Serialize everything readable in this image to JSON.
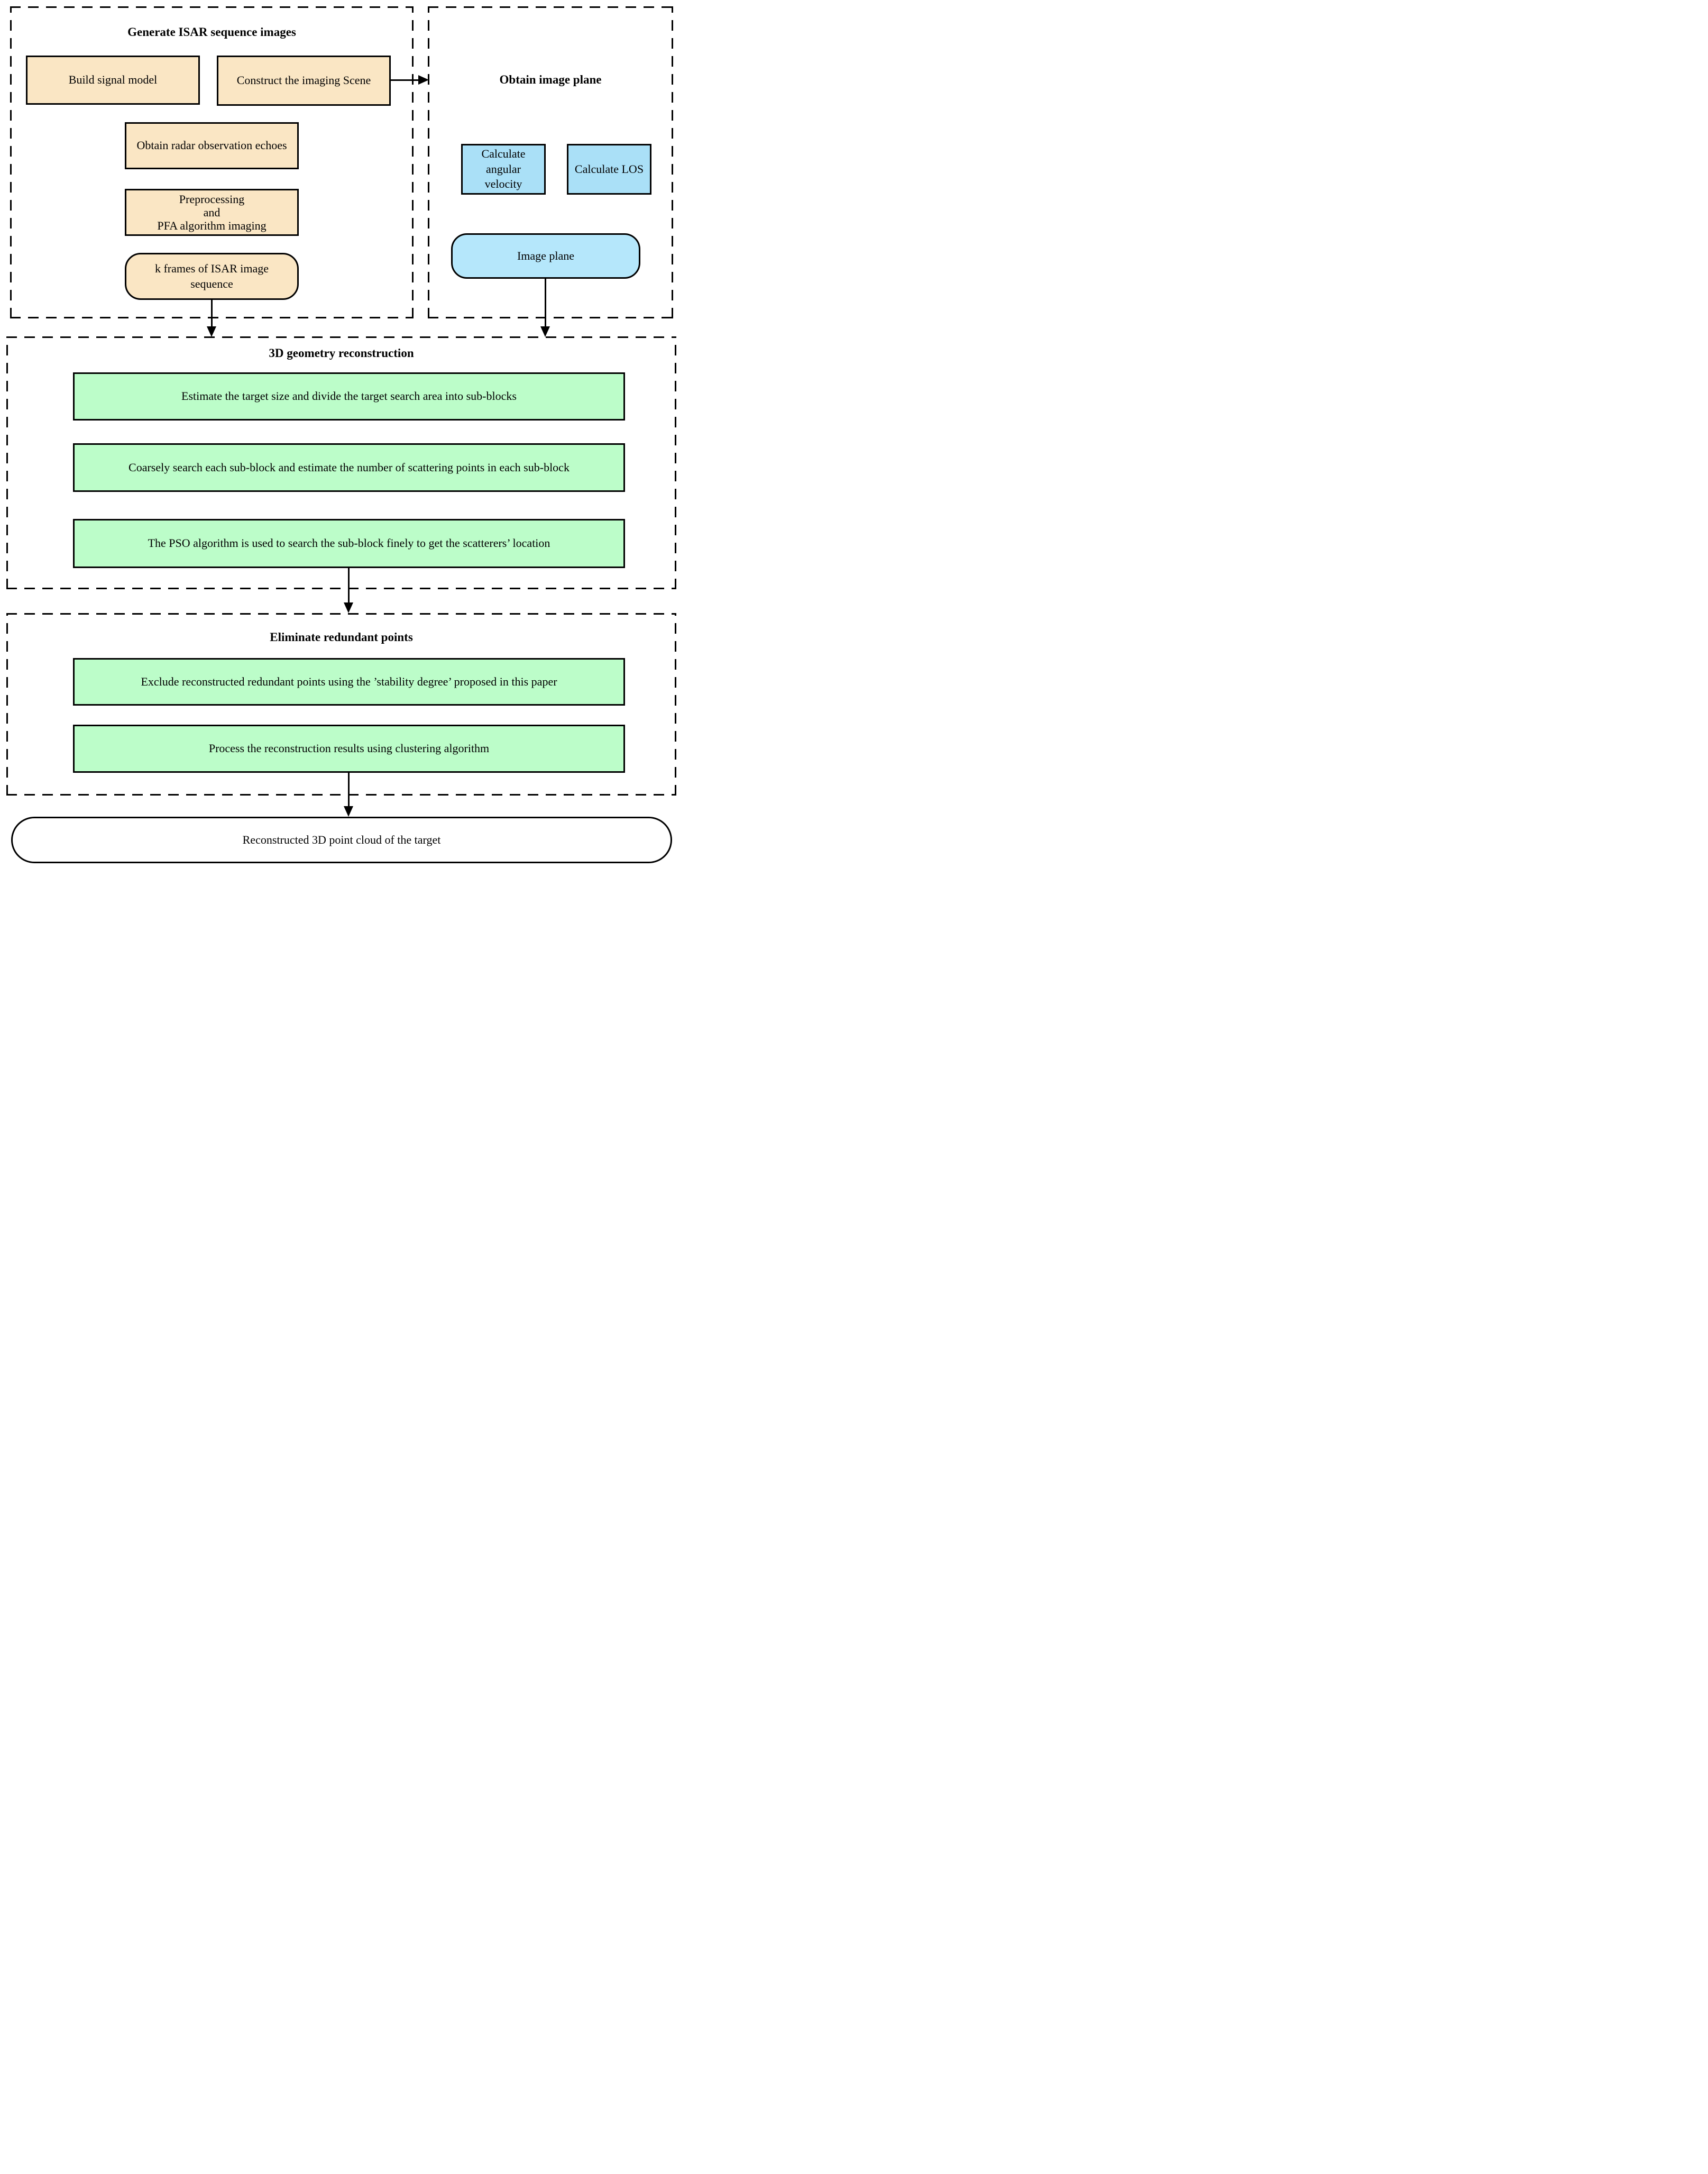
{
  "diagram": {
    "sections": {
      "generate": {
        "title": "Generate ISAR sequence images"
      },
      "obtain_plane": {
        "title": "Obtain image plane"
      },
      "reconstruction": {
        "title": "3D geometry reconstruction"
      },
      "eliminate": {
        "title": "Eliminate redundant points"
      }
    },
    "nodes": {
      "build_signal": "Build signal model",
      "construct_scene": "Construct the imaging Scene",
      "radar_echoes": "Obtain radar observation echoes",
      "preprocessing": "Preprocessing\nand\nPFA algorithm imaging",
      "k_frames": "k frames of ISAR image sequence",
      "calc_angular": "Calculate angular velocity",
      "calc_los": "Calculate LOS",
      "image_plane": "Image plane",
      "estimate_size": "Estimate the target size and divide the target search area into sub-blocks",
      "coarse_search": "Coarsely search each sub-block and estimate the number of scattering points in each sub-block",
      "pso_search": "The PSO algorithm is used to search the sub-block finely to get the scatterers’ location",
      "exclude_redundant": "Exclude reconstructed redundant points using the ’stability degree’ proposed in this paper",
      "clustering": "Process the reconstruction results using clustering algorithm",
      "point_cloud": "Reconstructed 3D point cloud of the target"
    },
    "colors": {
      "peach": "#FAE6C4",
      "blue": "#AAE0F7",
      "blue_light": "#B5E7FB",
      "green": "#BCFDC9",
      "white": "#FFFFFF"
    }
  }
}
